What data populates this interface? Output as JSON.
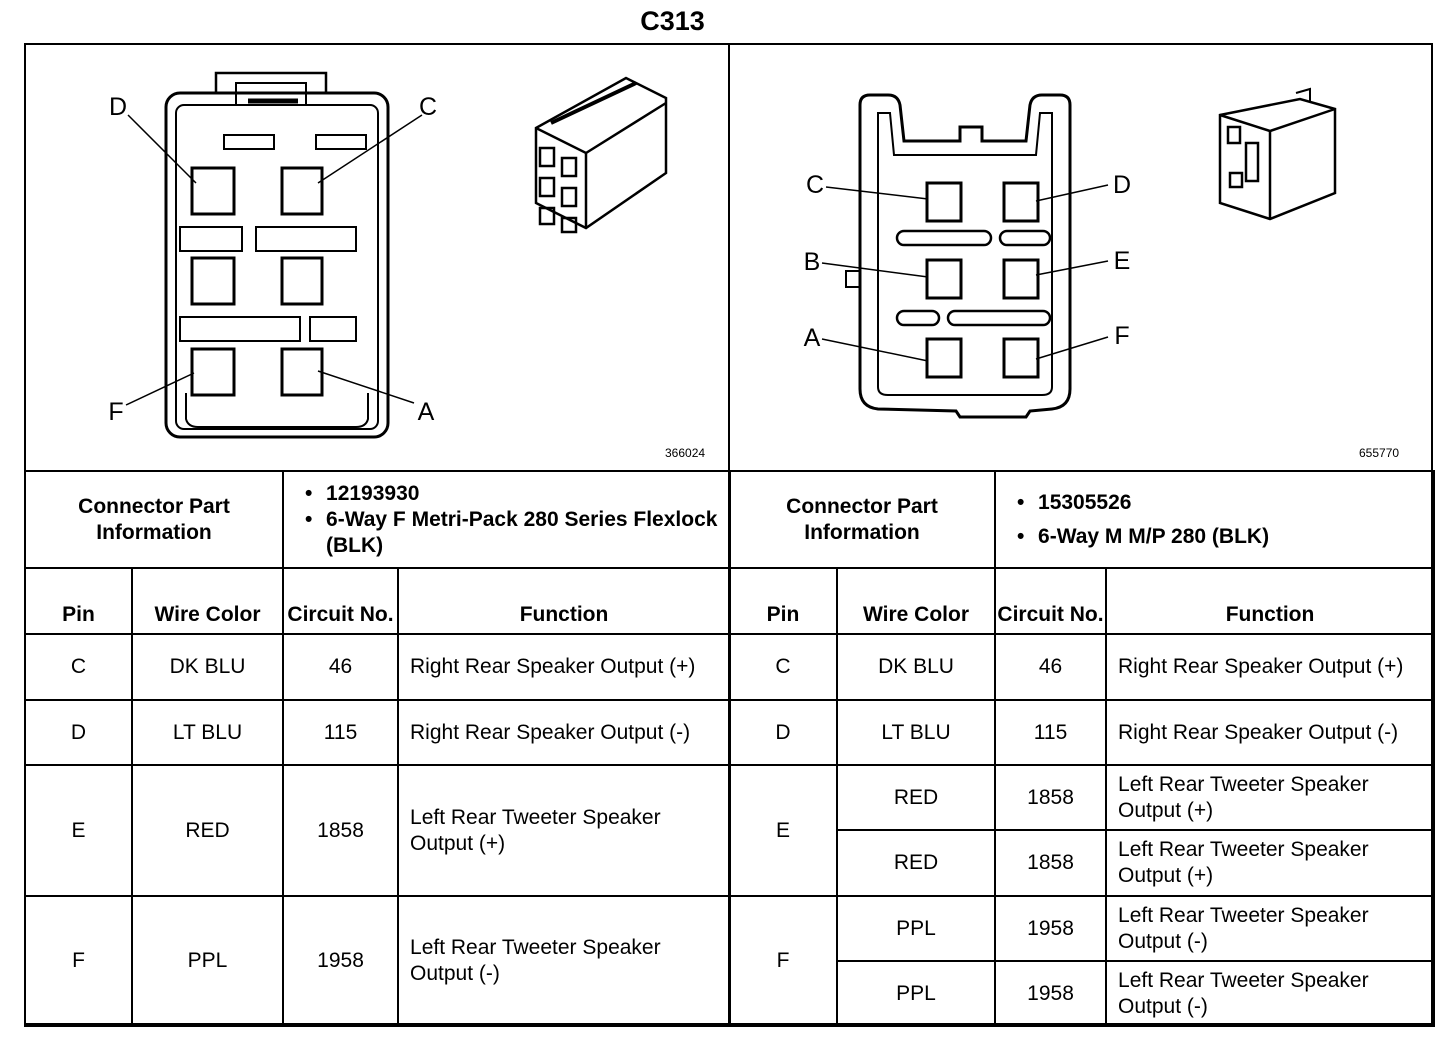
{
  "title": "C313",
  "left": {
    "image_id": "366024",
    "pin_labels": [
      "D",
      "C",
      "F",
      "A"
    ],
    "info_label": "Connector Part Information",
    "info_items": [
      "12193930",
      "6-Way F Metri-Pack 280 Series Flexlock (BLK)"
    ],
    "headers": {
      "pin": "Pin",
      "wire": "Wire Color",
      "circuit": "Circuit No.",
      "function": "Function"
    },
    "rows": [
      {
        "pin": "C",
        "wire": "DK BLU",
        "circuit": "46",
        "function": "Right Rear Speaker Output (+)"
      },
      {
        "pin": "D",
        "wire": "LT BLU",
        "circuit": "115",
        "function": "Right Rear Speaker Output (-)"
      },
      {
        "pin": "E",
        "wire": "RED",
        "circuit": "1858",
        "function": "Left Rear Tweeter Speaker Output (+)"
      },
      {
        "pin": "F",
        "wire": "PPL",
        "circuit": "1958",
        "function": "Left Rear Tweeter Speaker Output (-)"
      }
    ]
  },
  "right": {
    "image_id": "655770",
    "pin_labels": [
      "C",
      "D",
      "B",
      "E",
      "A",
      "F"
    ],
    "info_label": "Connector Part Information",
    "info_items": [
      "15305526",
      "6-Way M M/P 280 (BLK)"
    ],
    "headers": {
      "pin": "Pin",
      "wire": "Wire Color",
      "circuit": "Circuit No.",
      "function": "Function"
    },
    "rows": [
      {
        "pin": "C",
        "wire": "DK BLU",
        "circuit": "46",
        "function": "Right Rear Speaker Output (+)"
      },
      {
        "pin": "D",
        "wire": "LT BLU",
        "circuit": "115",
        "function": "Right Rear Speaker Output (-)"
      },
      {
        "pin": "E",
        "wire": "RED",
        "circuit": "1858",
        "function": "Left Rear Tweeter Speaker Output (+)"
      },
      {
        "pin": "",
        "wire": "RED",
        "circuit": "1858",
        "function": "Left Rear Tweeter Speaker Output (+)"
      },
      {
        "pin": "F",
        "wire": "PPL",
        "circuit": "1958",
        "function": "Left Rear Tweeter Speaker Output (-)"
      },
      {
        "pin": "",
        "wire": "PPL",
        "circuit": "1958",
        "function": "Left Rear Tweeter Speaker Output (-)"
      }
    ]
  }
}
